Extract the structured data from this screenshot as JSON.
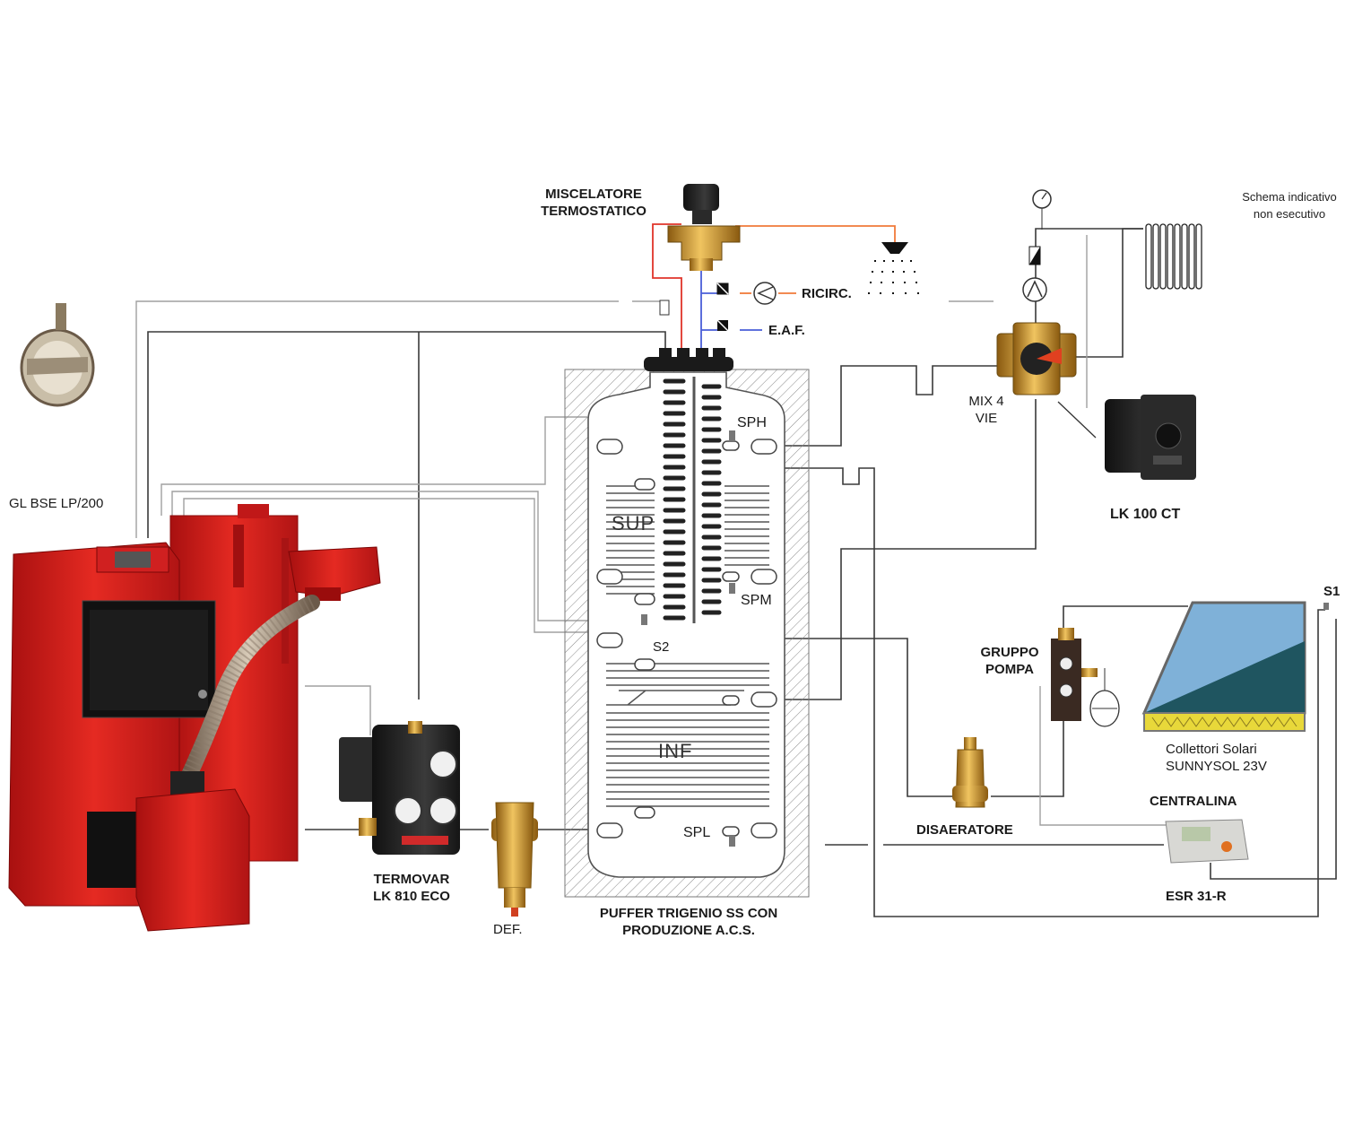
{
  "note": [
    "Schema indicativo",
    "non esecutivo"
  ],
  "labels": {
    "miscelatore": [
      "MISCELATORE",
      "TERMOSTATICO"
    ],
    "ricirc": "RICIRC.",
    "eaf": "E.A.F.",
    "mix4vie": [
      "MIX 4",
      "VIE"
    ],
    "lk100": "LK 100 CT",
    "boiler": "GL BSE LP/200",
    "sph": "SPH",
    "sup": "SUP",
    "spm": "SPM",
    "s2": "S2",
    "inf": "INF",
    "spl": "SPL",
    "s1": "S1",
    "gruppo_pompa": [
      "GRUPPO",
      "POMPA"
    ],
    "collettori": [
      "Collettori Solari",
      "SUNNYSOL 23V"
    ],
    "centralina": "CENTRALINA",
    "esr": "ESR 31-R",
    "disaeratore": "DISAERATORE",
    "termovar": [
      "TERMOVAR",
      "LK 810 ECO"
    ],
    "def": "DEF.",
    "puffer": [
      "PUFFER TRIGENIO SS CON",
      "PRODUZIONE A.C.S."
    ]
  },
  "colors": {
    "pipe": "#3a3a3a",
    "pipe_light": "#9a9a9a",
    "hot": "#e0342a",
    "cold": "#4a5ed8",
    "shower": "#f07a3a",
    "boiler_red": "#d81e1e",
    "brass": "#c8962e",
    "solar_blue": "#7fb1d8",
    "solar_dark": "#1f5560",
    "solar_yellow": "#e8d83a"
  }
}
